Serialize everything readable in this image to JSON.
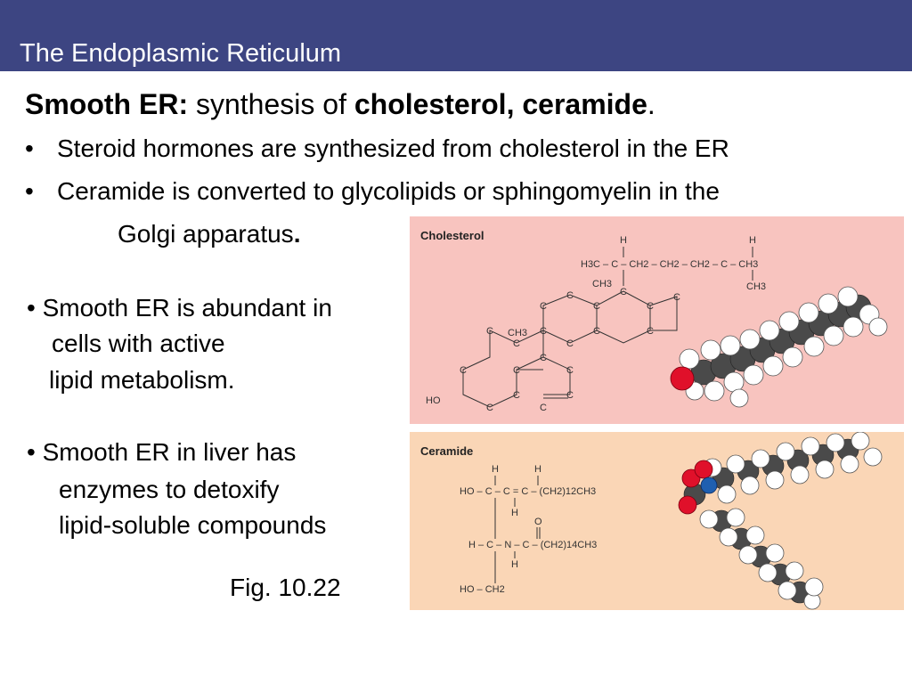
{
  "title": "The Endoplasmic Reticulum",
  "headline": {
    "label": "Smooth ER:",
    "middle": " synthesis of ",
    "bold_terms": "cholesterol, ceramide",
    "end": "."
  },
  "bullets": [
    {
      "bullet": "•",
      "text": "Steroid hormones are synthesized from cholesterol in the ER"
    },
    {
      "bullet": "•",
      "text": "Ceramide is converted to glycolipids or sphingomyelin in the",
      "continuation": "Golgi apparatus",
      "continuation_end": "."
    }
  ],
  "point1": [
    "• Smooth ER is abundant in",
    "cells with active",
    "lipid metabolism."
  ],
  "point2": [
    "• Smooth ER in liver has",
    "enzymes to detoxify",
    "lipid-soluble compounds"
  ],
  "fig_caption": "Fig. 10.22",
  "figures": {
    "cholesterol": {
      "label": "Cholesterol",
      "chain": {
        "h_top1": "H",
        "h_top2": "H",
        "formula": "H3C – C – CH2 – CH2 – CH2 – C – CH3",
        "ch3_bottom": "CH3"
      },
      "ring": {
        "c": "C",
        "ch3_1": "CH3",
        "ch3_2": "CH3",
        "ho": "HO"
      }
    },
    "ceramide": {
      "label": "Ceramide",
      "lines": {
        "h1": "H",
        "h2": "H",
        "row1": "HO – C – C = C – (CH2)12CH3",
        "h3": "H",
        "o": "O",
        "row2": "H – C – N – C – (CH2)14CH3",
        "h4": "H",
        "row3": "HO – CH2"
      }
    }
  },
  "colors": {
    "title_bar": "#3d4582",
    "cholesterol_bg": "#f8c4bf",
    "ceramide_bg": "#fad6b6",
    "oxygen": "#e0102a",
    "nitrogen": "#1f5fb0",
    "carbon": "#4a4a4a",
    "hydrogen": "#ffffff"
  }
}
